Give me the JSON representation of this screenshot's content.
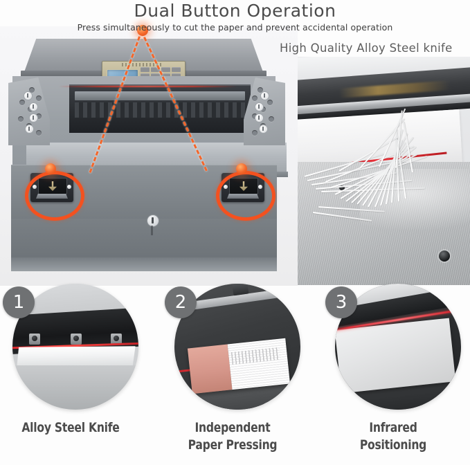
{
  "headline": {
    "title": "Dual Button Operation",
    "subtitle": "Press simultaneously to cut the paper and prevent accidental operation"
  },
  "knife_panel": {
    "heading": "High Quality Alloy Steel knife"
  },
  "feature_cards": [
    {
      "number": "1",
      "caption": "Alloy Steel Knife"
    },
    {
      "number": "2",
      "caption": "Independent\nPaper Pressing"
    },
    {
      "number": "3",
      "caption": "Infrared Positioning"
    }
  ],
  "colors": {
    "accent_orange": "#f4662a",
    "ring_red": "#f4511f",
    "laser_red": "#e0392b",
    "badge_gray": "#6f7173",
    "caption_gray": "#4b4b4b",
    "title_gray": "#4a4a4a",
    "machine_body": "#9aa0a5"
  },
  "annotations": {
    "callout_dot_top": "orange-origin-dot",
    "callout_dot_left": "orange-left-dot",
    "callout_dot_right": "orange-right-dot",
    "highlight_left": "left-button-highlight-ring",
    "highlight_right": "right-button-highlight-ring"
  }
}
